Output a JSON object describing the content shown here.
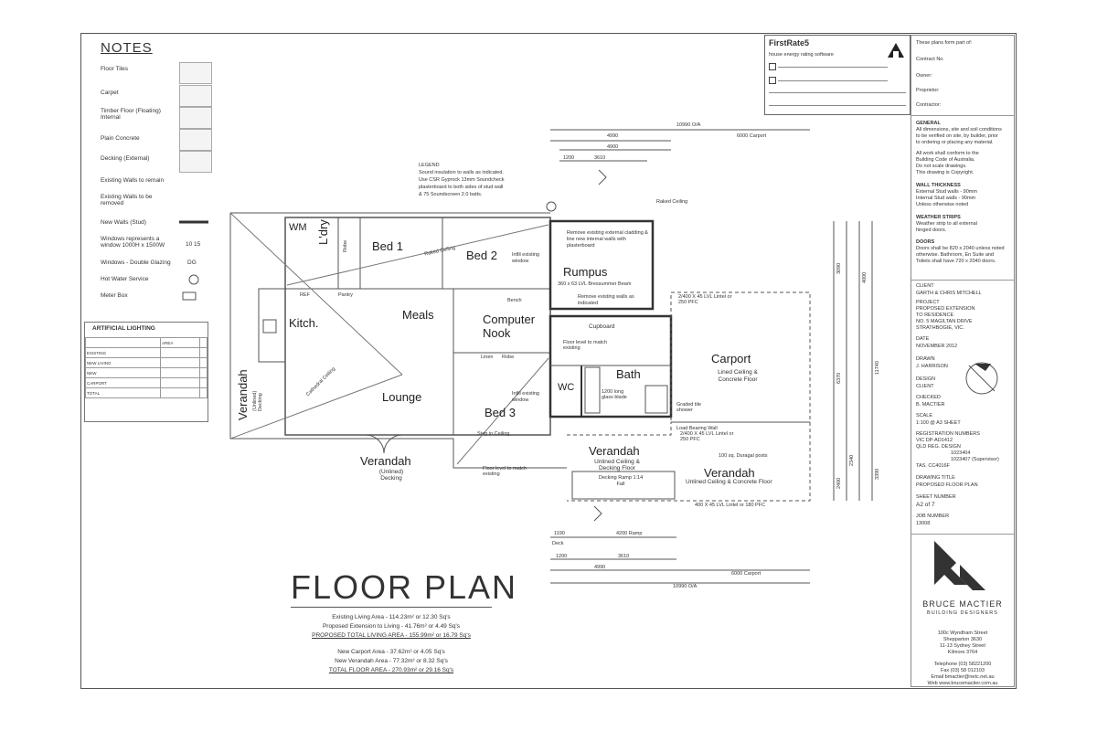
{
  "notes": {
    "title": "NOTES",
    "items": [
      "Floor Tiles",
      "Carpet",
      "Timber Floor (Floating) Internal",
      "Plain Concrete",
      "Decking (External)",
      "Existing Walls to remain",
      "Existing Walls to be removed",
      "New Walls (Stud)",
      "Windows represents a window 1000H x 1500W",
      "Windows - Double Glazing",
      "Hot Water Service",
      "Meter Box"
    ],
    "window_code": "10 15",
    "dg_code": "DG"
  },
  "lighting": {
    "title": "ARTIFICIAL LIGHTING",
    "rows": [
      [
        "",
        "AREA",
        ""
      ],
      [
        "EXISTING",
        "",
        ""
      ],
      [
        "NEW LIVING",
        "",
        ""
      ],
      [
        "NEW",
        "",
        ""
      ],
      [
        "CARPORT",
        "",
        ""
      ],
      [
        "TOTAL",
        "",
        ""
      ]
    ]
  },
  "firstrate": {
    "title": "FirstRate5",
    "subtitle": "house energy rating software"
  },
  "rooms": {
    "bed1": "Bed 1",
    "bed2": "Bed 2",
    "bed3": "Bed 3",
    "ldry": "L'dry",
    "wm": "WM",
    "kitch": "Kitch.",
    "meals": "Meals",
    "lounge": "Lounge",
    "rumpus": "Rumpus",
    "computer_nook": "Computer Nook",
    "bath": "Bath",
    "wc": "WC",
    "carport": "Carport",
    "verandah": "Verandah",
    "pantry": "Pantry",
    "robe": "Robe",
    "linen": "Linen",
    "cupboard": "Cupboard",
    "bench": "Bench",
    "ref": "REF"
  },
  "annotations": {
    "legend_title": "LEGEND",
    "legend_lines": [
      "Sound insulation to walls as indicated.",
      "Use CSR Gyprock 13mm Soundcheck",
      "plasterboard to both sides of stud wall",
      "& 75 Soundscreen 2.0 batts."
    ],
    "raked_ceiling": "Raked Ceiling",
    "cathedral_ceiling": "Cathedral Ceiling",
    "infill_window": "Infill existing window",
    "remove_cladding": "Remove existing external cladding & line new internal walls with plasterboard",
    "remove_walls": "Remove existing walls as indicated",
    "floor_level": "Floor level to match existing",
    "step_in_ceiling": "Step in Ceiling",
    "carport_ceiling": "Lined Ceiling & Concrete Floor",
    "verandah_unlined": "Unlined Ceiling & Decking Floor",
    "verandah_concrete": "Unlined Ceiling & Concrete Floor",
    "verandah_left": "(Unlined) Decking",
    "decking_ramp": "Decking Ramp 1:14 Fall",
    "graded_shower": "Graded tile shower",
    "load_bearing": "Load Bearing Wall",
    "posts": "100 sq. Duragal posts",
    "blade": "1200 long glass blade",
    "lintel_top": "2/400 X 45 LVL Lintel or 250 PFC",
    "lintel_bottom": "400 X 45 LVL Lintel or 180 PFC",
    "beam": "360 x 63 LVL Bressummer Beam"
  },
  "dimensions": {
    "overall_top": "10990 O/A",
    "d4990": "4990",
    "d6000": "6000 Carport",
    "d4900": "4900",
    "d1200": "1200",
    "d3610": "3610",
    "d4200": "4200 Ramp",
    "d1190": "1190",
    "deck": "Deck",
    "overall_bottom": "10990 O/A",
    "v3090": "3090",
    "v4000": "4000",
    "v6370": "6370",
    "v11740": "11740",
    "v2400": "2400",
    "v2340": "2340",
    "v3390": "3390"
  },
  "floor_plan": {
    "title": "FLOOR PLAN",
    "areas": [
      "Existing Living Area - 114.23m² or 12.30 Sq's",
      "Proposed Extension to Living - 41.76m² or 4.49 Sq's",
      "PROPOSED TOTAL LIVING AREA - 155.99m² or 16.79 Sq's",
      "New Carport Area - 37.62m² or 4.05 Sq's",
      "New Verandah Area - 77.32m² or 8.32 Sq's",
      "TOTAL FLOOR AREA - 270.93m² or 29.16 Sq's"
    ]
  },
  "title_block": {
    "header_lines": [
      "These plans form part of:",
      "Contract No.",
      "Owner:",
      "Proprietor:",
      "Contractor:"
    ],
    "general_title": "GENERAL",
    "general_lines": [
      "All dimensions, site and soil conditions",
      "to be verified on site, by builder, prior",
      "to ordering or placing any material.",
      "All work shall conform to the",
      "Building Code of Australia.",
      "Do not scale drawings.",
      "This drawing is Copyright."
    ],
    "wall_title": "WALL THICKNESS",
    "wall_lines": [
      "External Stud walls - 90mm",
      "Internal Stud walls - 90mm",
      "Unless otherwise noted"
    ],
    "weather_title": "WEATHER STRIPS",
    "weather_lines": [
      "Weather strip to all external",
      "hinged doors."
    ],
    "doors_title": "DOORS",
    "doors_lines": [
      "Doors shall be 820 x 2040 unless noted",
      "otherwise. Bathroom, En Suite and",
      "Toilets shall have 720 x 2040 doors."
    ],
    "client_label": "CLIENT",
    "client": "GARTH & CHRIS MITCHELL",
    "project_label": "PROJECT",
    "project_lines": [
      "PROPOSED EXTENSION",
      "TO RESIDENCE",
      "NO. 5 MAGILTAN DRIVE",
      "STRATHBOGIE, VIC."
    ],
    "date_label": "DATE",
    "date": "NOVEMBER 2012",
    "drawn_label": "DRAWN",
    "drawn": "J. HARRISON",
    "design_label": "DESIGN",
    "design": "CLIENT",
    "checked_label": "CHECKED",
    "checked": "B. MACTIER",
    "scale_label": "SCALE",
    "scale": "1:100 @ A3 SHEET",
    "reg_label": "REGISTRATION NUMBERS",
    "reg_lines": [
      "VIC DP-AD1412",
      "QLD REG. DESIGN",
      "1023404",
      "1023407 (Supervisor)",
      "TAS. CC4016F"
    ],
    "drawing_title_label": "DRAWING TITLE",
    "drawing_title": "PROPOSED FLOOR PLAN",
    "sheet_label": "SHEET NUMBER",
    "sheet": "A2 of 7",
    "job_label": "JOB NUMBER",
    "job": "13008",
    "company": "BRUCE MACTIER",
    "company_sub": "BUILDING DESIGNERS",
    "address_lines": [
      "100c Wyndham Street",
      "Shepparton 3630",
      "11-13 Sydney Street",
      "Kilmore 3764"
    ],
    "contact_lines": [
      "Telephone (03) 58221200",
      "Fax (03) 58 012103",
      "Email bmactier@netc.net.au",
      "Web www.brucemactier.com.au"
    ]
  },
  "colors": {
    "line": "#555555",
    "dark_wall": "#333333",
    "hatch": "#bbbbbb"
  }
}
